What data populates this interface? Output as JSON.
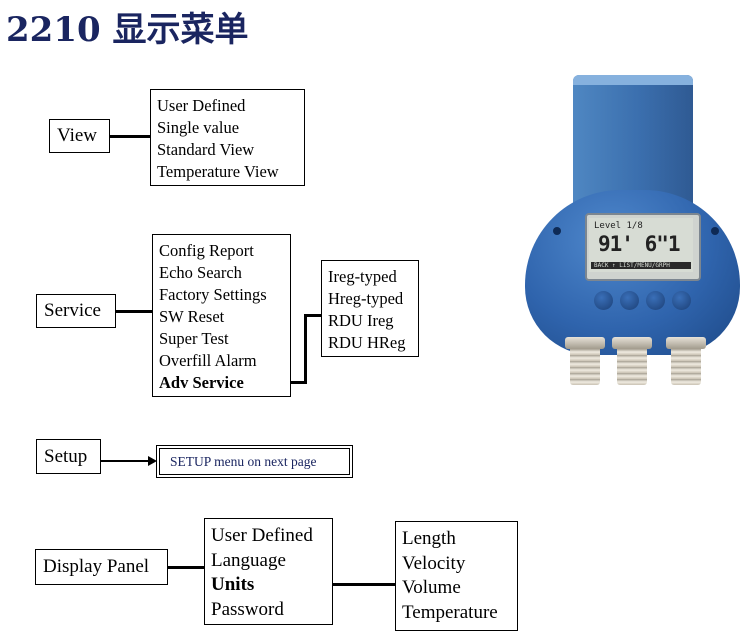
{
  "title": "2210 显示菜单",
  "view": {
    "label": "View",
    "items": [
      "User Defined",
      "Single value",
      "Standard View",
      "Temperature View"
    ]
  },
  "service": {
    "label": "Service",
    "items": [
      "Config Report",
      "Echo Search",
      "Factory Settings",
      "SW Reset",
      "Super Test",
      "Overfill Alarm",
      "Adv Service"
    ],
    "adv_items": [
      "Ireg-typed",
      "Hreg-typed",
      "RDU Ireg",
      "RDU HReg"
    ]
  },
  "setup": {
    "label": "Setup",
    "target": "SETUP menu on next page"
  },
  "display_panel": {
    "label": "Display Panel",
    "items": [
      "User Defined",
      "Language",
      "Units",
      "Password"
    ],
    "units_items": [
      "Length",
      "Velocity",
      "Volume",
      "Temperature"
    ]
  },
  "device": {
    "screen_line1": "Level 1/8",
    "screen_value": "91' 6\"1",
    "screen_footer": "BACK ↑     LIST/MENU/GRPH"
  },
  "colors": {
    "title": "#1a2560",
    "device_blue": "#2f64ad"
  }
}
